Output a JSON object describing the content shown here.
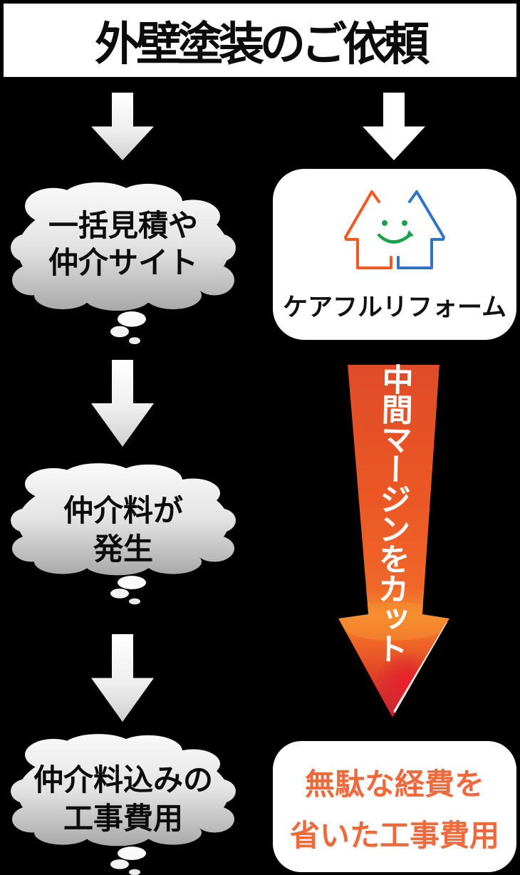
{
  "header": {
    "title": "外壁塗装のご依頼"
  },
  "left_flow": {
    "steps": [
      {
        "line1": "一括見積や",
        "line2": "仲介サイト"
      },
      {
        "line1": "仲介料が",
        "line2": "発生"
      },
      {
        "line1": "仲介料込みの",
        "line2": "工事費用"
      }
    ]
  },
  "right_flow": {
    "brand": "ケアフルリフォーム",
    "arrow_label": "中間マージンをカット",
    "result": {
      "line1": "無駄な経費を",
      "line2": "省いた工事費用"
    }
  },
  "icons": {
    "left_step_arrow": "down-arrow",
    "right_entry_arrow": "down-arrow",
    "margin_cut_arrow": "big-down-arrow",
    "bubble": "thought-cloud",
    "brand_logo": "two-houses-with-smile"
  },
  "colors": {
    "background": "#000000",
    "banner": "#ffffff",
    "title_text": "#0c0c0c",
    "bubble_text": "#0c0c0c",
    "bubble_top": "#f7f7f7",
    "bubble_bottom": "#a5a5a5",
    "gray_arrow_top": "#ffffff",
    "gray_arrow_bottom": "#cfcfcf",
    "big_arrow_orange": "#ee5a24",
    "big_arrow_head_light": "#f58a2e",
    "big_arrow_tip_red": "#c01e2e",
    "arrow_label_text": "#ffffff",
    "result_text": "#ee6a3c",
    "logo_orange": "#f15a24",
    "logo_blue": "#2e75c8",
    "logo_green": "#18a34b"
  }
}
